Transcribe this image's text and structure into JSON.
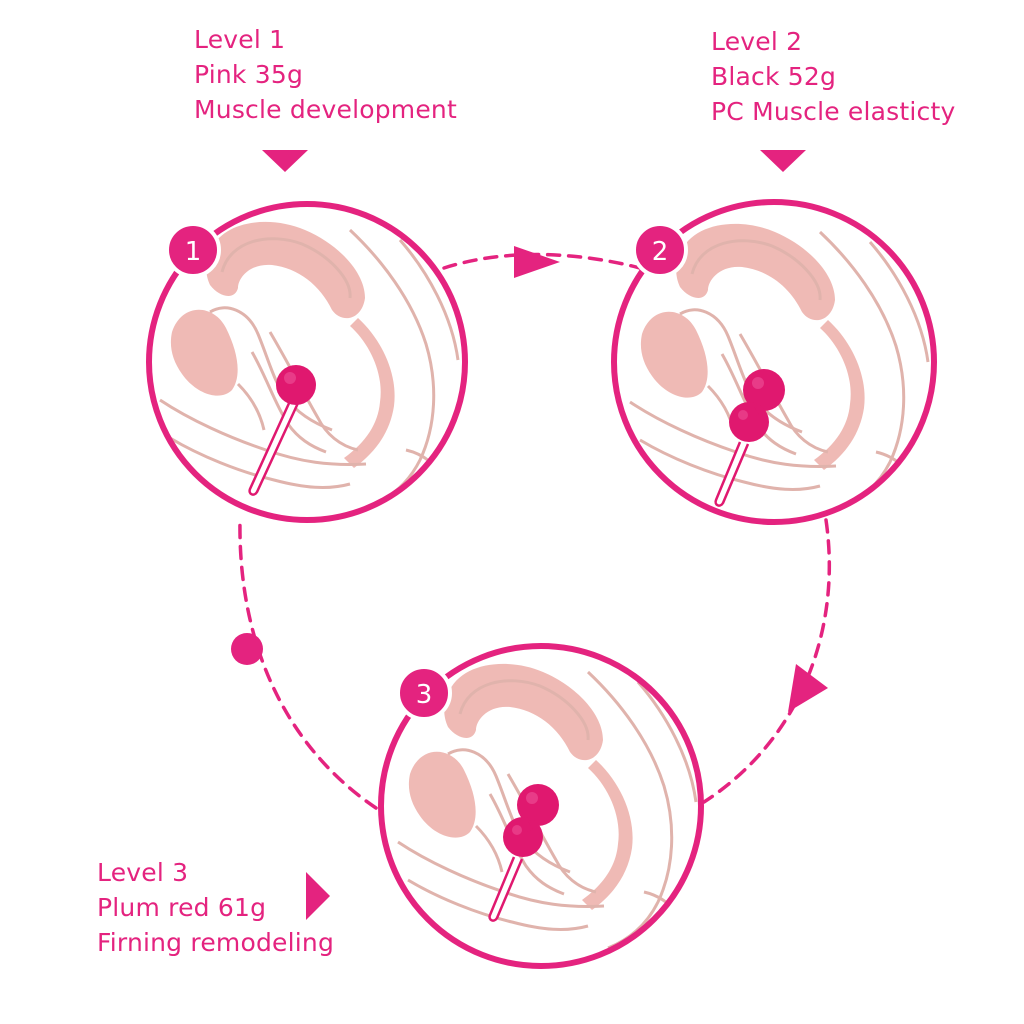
{
  "colors": {
    "accent": "#e4237f",
    "tissue": "#eba9a2",
    "outline": "#e0b3ac",
    "ball": "#e0186f",
    "background": "#ffffff"
  },
  "levels": [
    {
      "number": "1",
      "title": "Level 1",
      "spec": "Pink 35g",
      "purpose": "Muscle development",
      "balls": 1
    },
    {
      "number": "2",
      "title": "Level 2",
      "spec": "Black 52g",
      "purpose": "PC Muscle elasticty",
      "balls": 2
    },
    {
      "number": "3",
      "title": "Level 3",
      "spec": "Plum red 61g",
      "purpose": "Firning remodeling",
      "balls": 2
    }
  ],
  "icons": {
    "pointer": "triangle-pointer-icon",
    "flow_arrow": "flow-arrow-icon",
    "flow_dot": "flow-dot-icon",
    "badge": "number-badge-icon"
  }
}
